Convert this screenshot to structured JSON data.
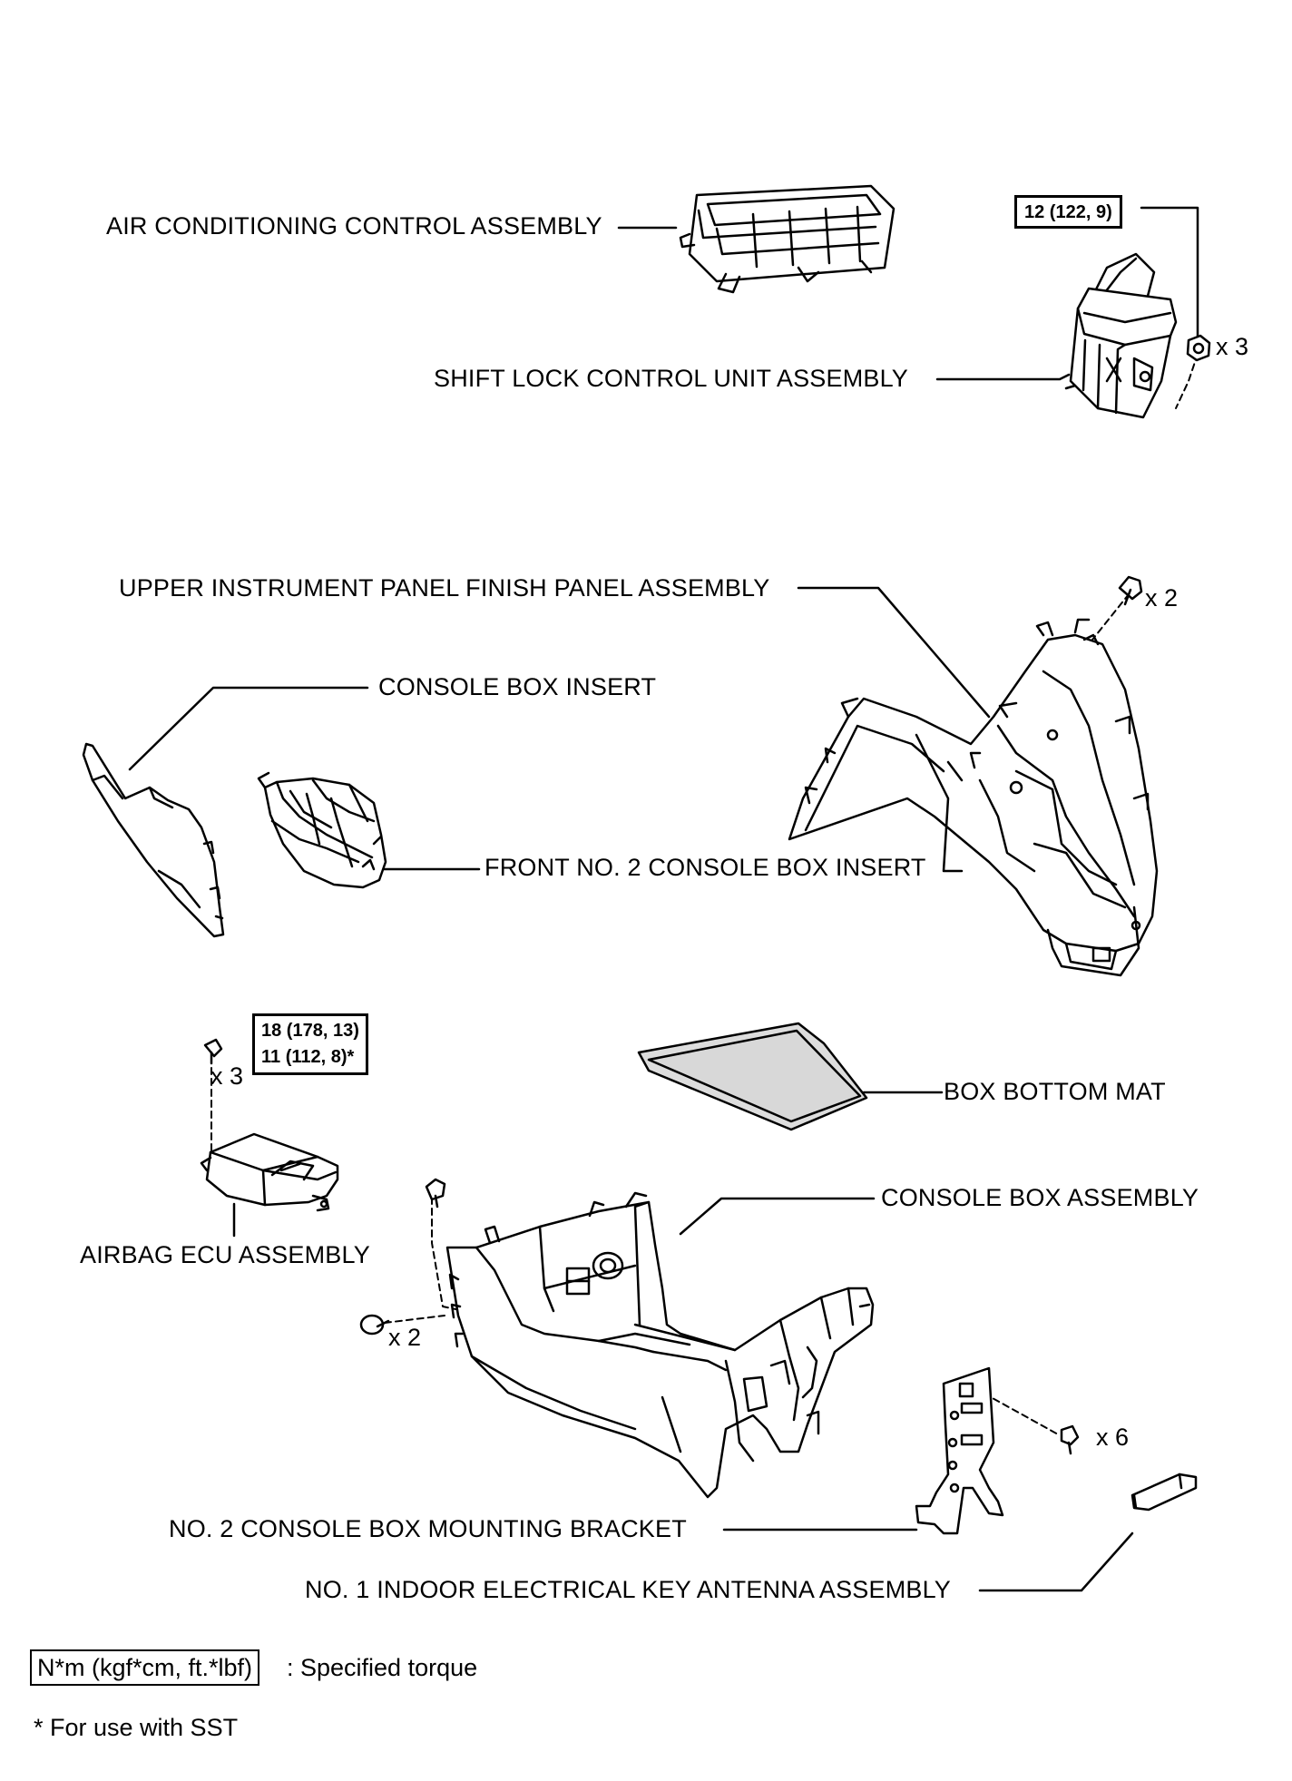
{
  "labels": {
    "air_conditioning": "AIR CONDITIONING CONTROL ASSEMBLY",
    "shift_lock": "SHIFT LOCK CONTROL UNIT ASSEMBLY",
    "upper_panel": "UPPER INSTRUMENT PANEL FINISH PANEL ASSEMBLY",
    "console_box_insert": "CONSOLE BOX INSERT",
    "front_no2_insert": "FRONT NO. 2 CONSOLE BOX INSERT",
    "box_bottom_mat": "BOX BOTTOM MAT",
    "console_box_assembly": "CONSOLE BOX ASSEMBLY",
    "airbag_ecu": "AIRBAG ECU ASSEMBLY",
    "no2_bracket": "NO. 2 CONSOLE BOX MOUNTING BRACKET",
    "no1_antenna": "NO. 1 INDOOR ELECTRICAL KEY ANTENNA ASSEMBLY"
  },
  "torques": {
    "shift_lock_nut": "12 (122, 9)",
    "airbag_line1": "18 (178, 13)",
    "airbag_line2": "11 (112, 8)*"
  },
  "quantities": {
    "shift_nuts": "x 3",
    "upper_panel_bolts": "x 2",
    "airbag_bolts": "x 3",
    "console_clips": "x 2",
    "bracket_bolts": "x 6"
  },
  "legend": {
    "unit": "N*m (kgf*cm, ft.*lbf)",
    "unit_desc": ": Specified torque",
    "sst_note": "* For use with SST"
  }
}
